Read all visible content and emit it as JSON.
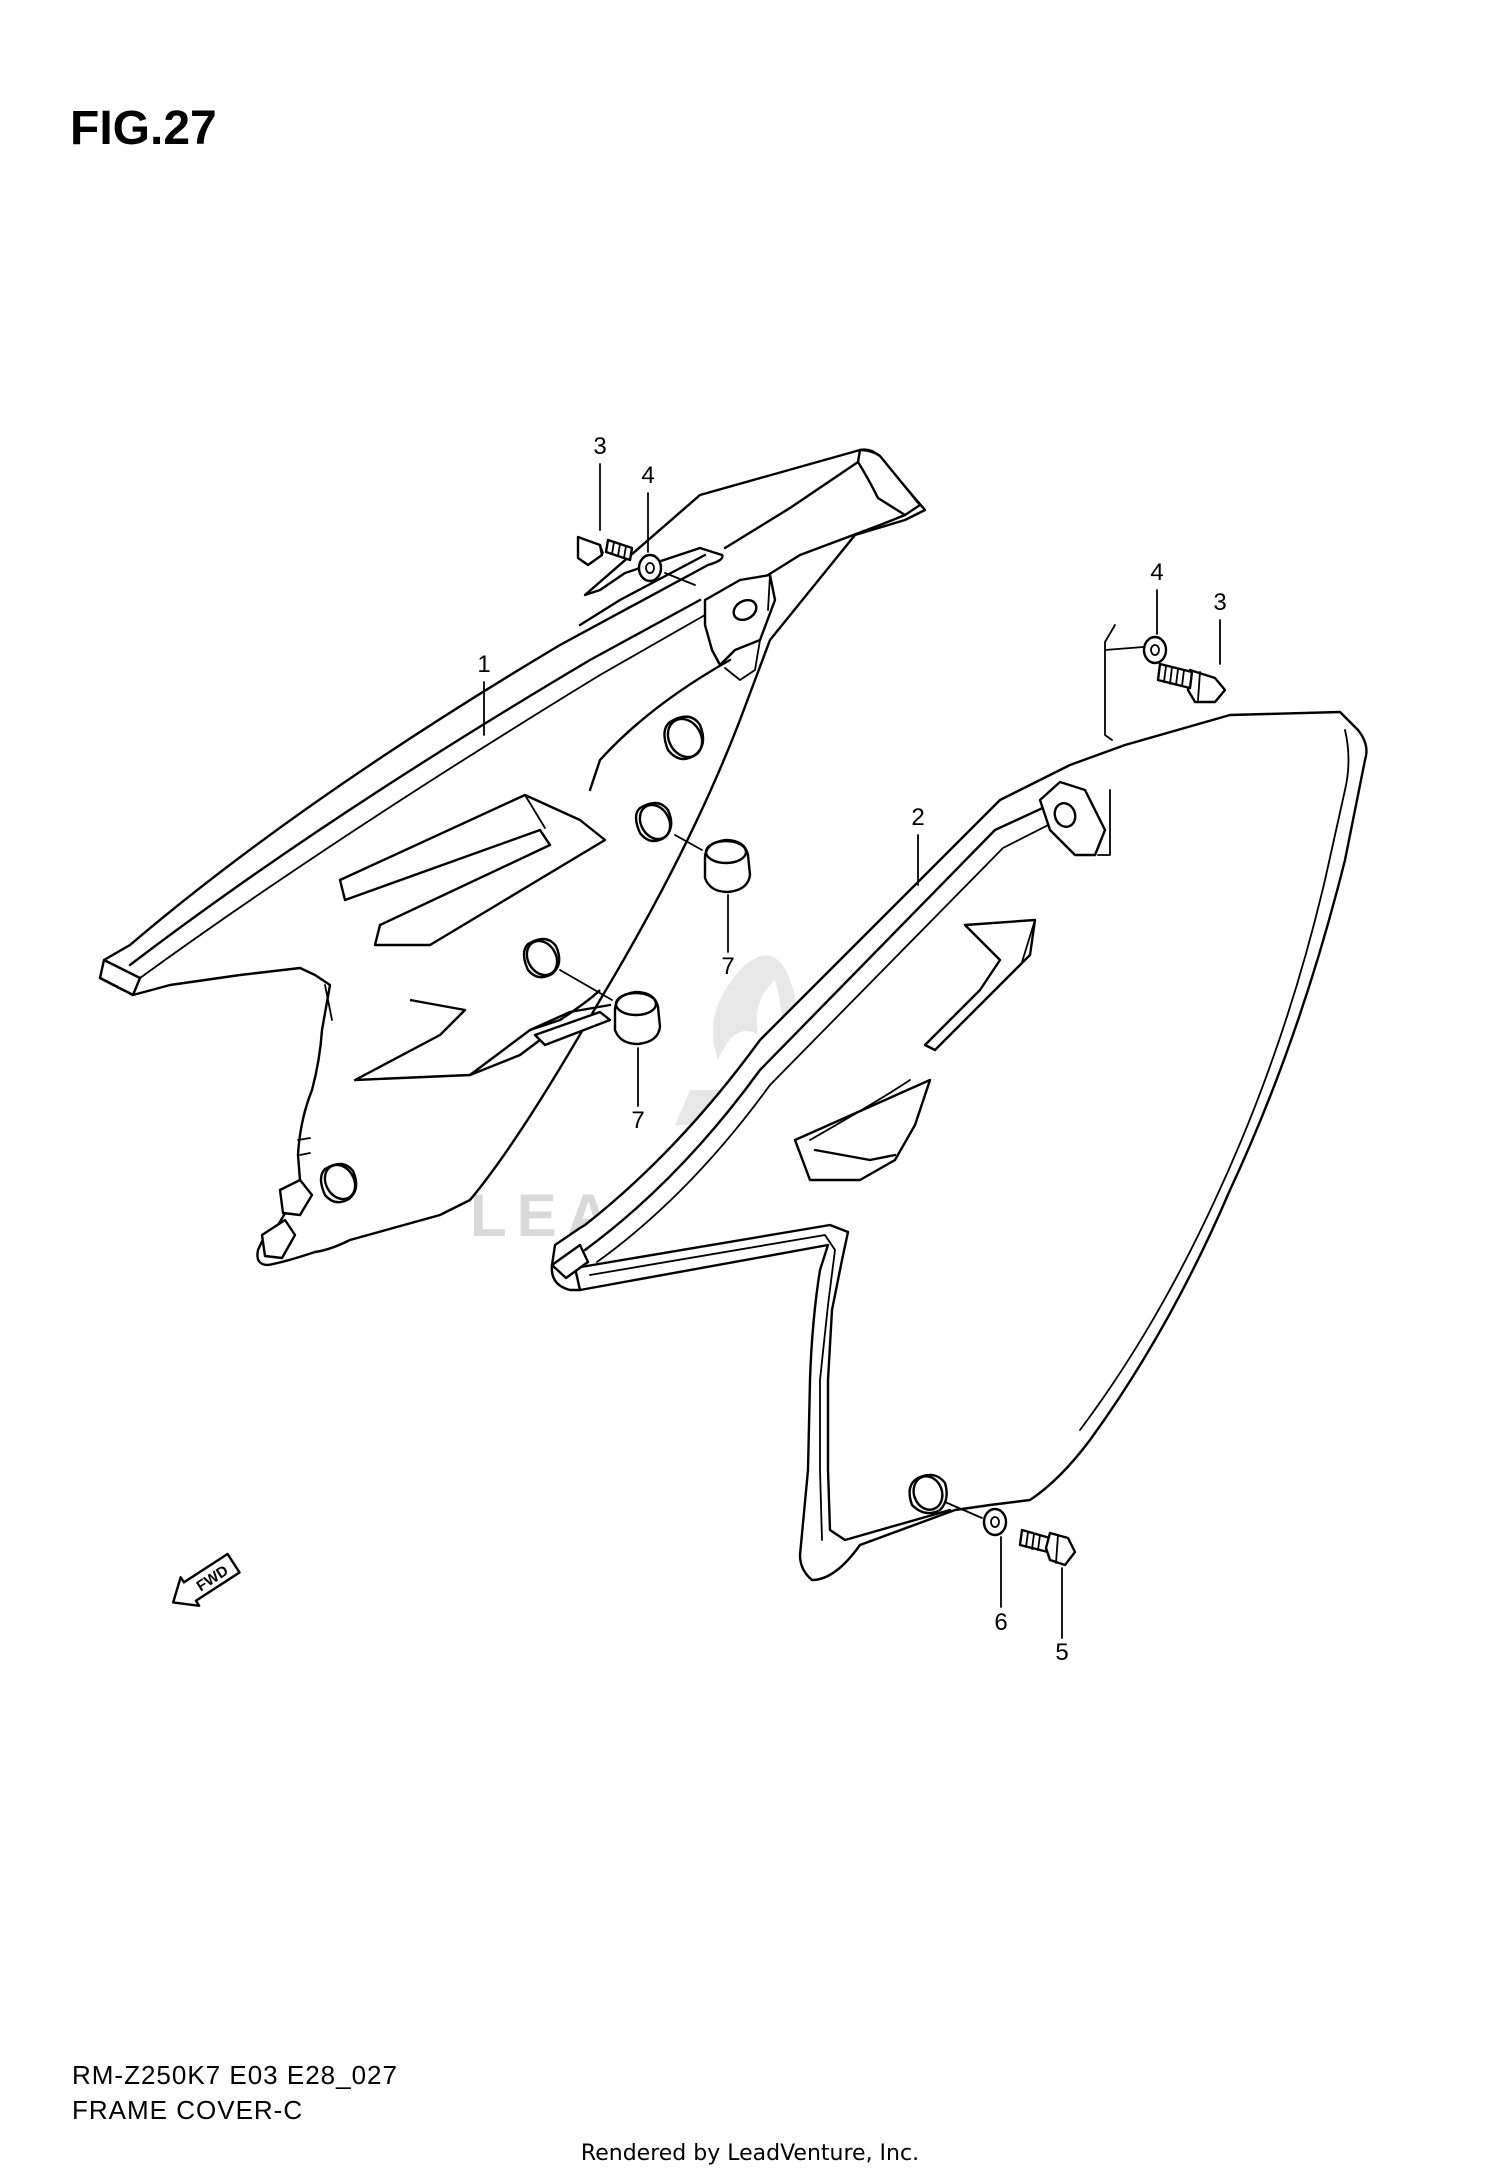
{
  "figure": {
    "title": "FIG.27",
    "model_code": "RM-Z250K7 E03 E28_027",
    "section_name": "FRAME COVER-C",
    "rendered_by": "Rendered by LeadVenture, Inc.",
    "watermark": "LEADVENTURE"
  },
  "direction_marker": {
    "label": "FWD",
    "icon": "fwd-arrow-icon"
  },
  "callouts": [
    {
      "id": "callout-1",
      "number": "1",
      "part": "frame cover (left)"
    },
    {
      "id": "callout-2",
      "number": "2",
      "part": "frame cover (right)"
    },
    {
      "id": "callout-3-left",
      "number": "3",
      "part": "bolt"
    },
    {
      "id": "callout-4-left",
      "number": "4",
      "part": "washer"
    },
    {
      "id": "callout-3-right",
      "number": "3",
      "part": "bolt"
    },
    {
      "id": "callout-4-right",
      "number": "4",
      "part": "washer"
    },
    {
      "id": "callout-5",
      "number": "5",
      "part": "bolt"
    },
    {
      "id": "callout-6",
      "number": "6",
      "part": "washer"
    },
    {
      "id": "callout-7-upper",
      "number": "7",
      "part": "cushion"
    },
    {
      "id": "callout-7-lower",
      "number": "7",
      "part": "cushion"
    }
  ]
}
